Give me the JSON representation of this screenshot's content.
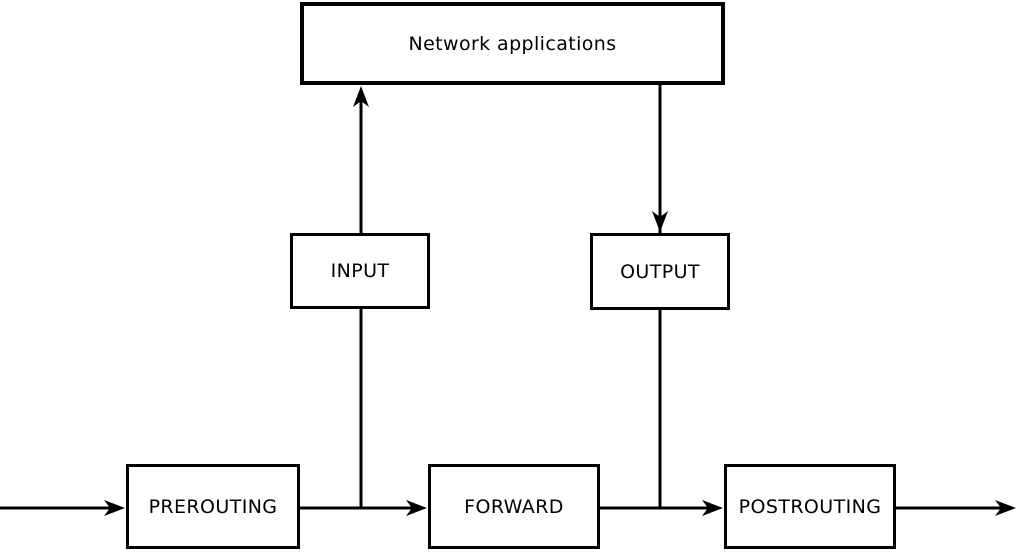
{
  "diagram": {
    "description": "Netfilter packet flow diagram",
    "nodes": {
      "network_applications": {
        "label": "Network applications"
      },
      "input": {
        "label": "INPUT"
      },
      "output": {
        "label": "OUTPUT"
      },
      "prerouting": {
        "label": "PREROUTING"
      },
      "forward": {
        "label": "FORWARD"
      },
      "postrouting": {
        "label": "POSTROUTING"
      }
    },
    "edges": [
      {
        "name": "external-in-to-prerouting",
        "direction": "right"
      },
      {
        "name": "prerouting-to-forward",
        "direction": "right"
      },
      {
        "name": "forward-to-postrouting",
        "direction": "right"
      },
      {
        "name": "postrouting-to-external-out",
        "direction": "right"
      },
      {
        "name": "junction-through-input-to-network-applications",
        "direction": "up"
      },
      {
        "name": "network-applications-through-output-to-junction",
        "direction": "down"
      }
    ],
    "colors": {
      "line": "#000000",
      "background": "#ffffff",
      "box_fill": "#ffffff"
    }
  }
}
